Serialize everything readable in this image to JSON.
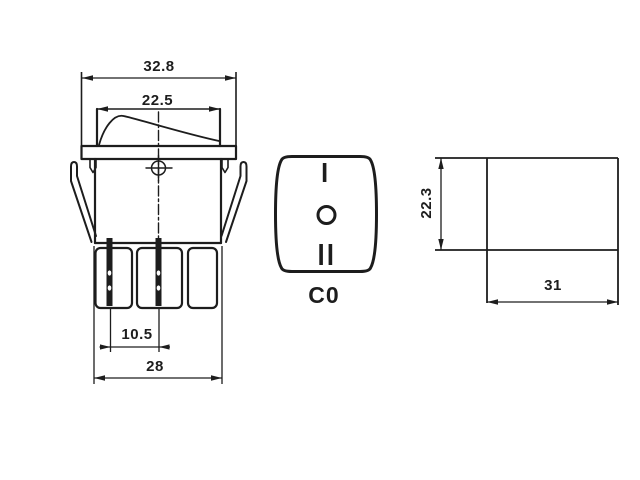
{
  "background_color": "#ffffff",
  "ink_color": "#1d1d1d",
  "side_view": {
    "dim_flange_width": "32.8",
    "dim_rocker_width": "22.5",
    "dim_terminal_spacing": "10.5",
    "dim_body_width": "28"
  },
  "actuator_face": {
    "markings": [
      "I",
      "O",
      "II"
    ],
    "label": "C0"
  },
  "panel_cutout": {
    "dim_height": "22.3",
    "dim_width": "31"
  }
}
